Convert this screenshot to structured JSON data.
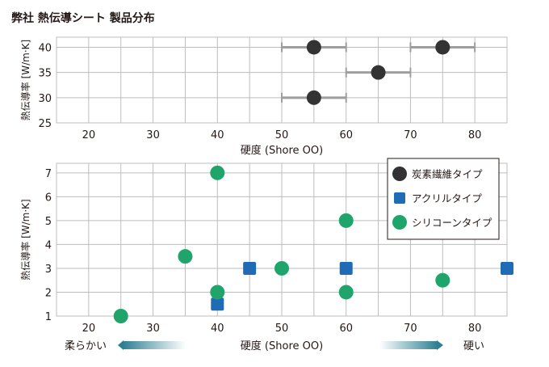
{
  "page_title": "弊社 熱伝導シート 製品分布",
  "softness_hint": {
    "soft_label": "柔らかい",
    "hard_label": "硬い"
  },
  "chart_data": [
    {
      "type": "scatter",
      "xlabel": "硬度 (Shore OO)",
      "ylabel": "熱伝導率 [W/m·K]",
      "xlim": [
        15,
        85
      ],
      "ylim": [
        25,
        42
      ],
      "xticks": [
        20,
        30,
        40,
        50,
        60,
        70,
        80
      ],
      "yticks": [
        25,
        30,
        35,
        40
      ],
      "grid": true,
      "series": [
        {
          "marker": "circle",
          "color": "#333333",
          "points": [
            {
              "x": 55,
              "y": 40,
              "xerr": [
                50,
                60
              ]
            },
            {
              "x": 75,
              "y": 40,
              "xerr": [
                70,
                80
              ]
            },
            {
              "x": 65,
              "y": 35,
              "xerr": [
                60,
                70
              ]
            },
            {
              "x": 55,
              "y": 30,
              "xerr": [
                50,
                60
              ]
            }
          ]
        }
      ]
    },
    {
      "type": "scatter",
      "xlabel": "硬度 (Shore OO)",
      "ylabel": "熱伝導率 [W/m·K]",
      "xlim": [
        15,
        85
      ],
      "ylim": [
        1,
        7.4
      ],
      "xticks": [
        20,
        30,
        40,
        50,
        60,
        70,
        80
      ],
      "yticks": [
        1,
        2,
        3,
        4,
        5,
        6,
        7
      ],
      "grid": true,
      "legend": "top-right",
      "series": [
        {
          "name": "炭素繊維タイプ",
          "marker": "circle",
          "color": "#333333",
          "points": []
        },
        {
          "name": "アクリルタイプ",
          "marker": "square",
          "color": "#1f6bb5",
          "points": [
            {
              "x": 40,
              "y": 1.5
            },
            {
              "x": 45,
              "y": 3
            },
            {
              "x": 60,
              "y": 3
            },
            {
              "x": 85,
              "y": 3
            }
          ]
        },
        {
          "name": "シリコーンタイプ",
          "marker": "circle",
          "color": "#1fa56b",
          "points": [
            {
              "x": 25,
              "y": 1
            },
            {
              "x": 35,
              "y": 3.5
            },
            {
              "x": 40,
              "y": 7
            },
            {
              "x": 40,
              "y": 2
            },
            {
              "x": 50,
              "y": 3
            },
            {
              "x": 60,
              "y": 5
            },
            {
              "x": 60,
              "y": 2
            },
            {
              "x": 75,
              "y": 2.5
            }
          ]
        }
      ]
    }
  ]
}
